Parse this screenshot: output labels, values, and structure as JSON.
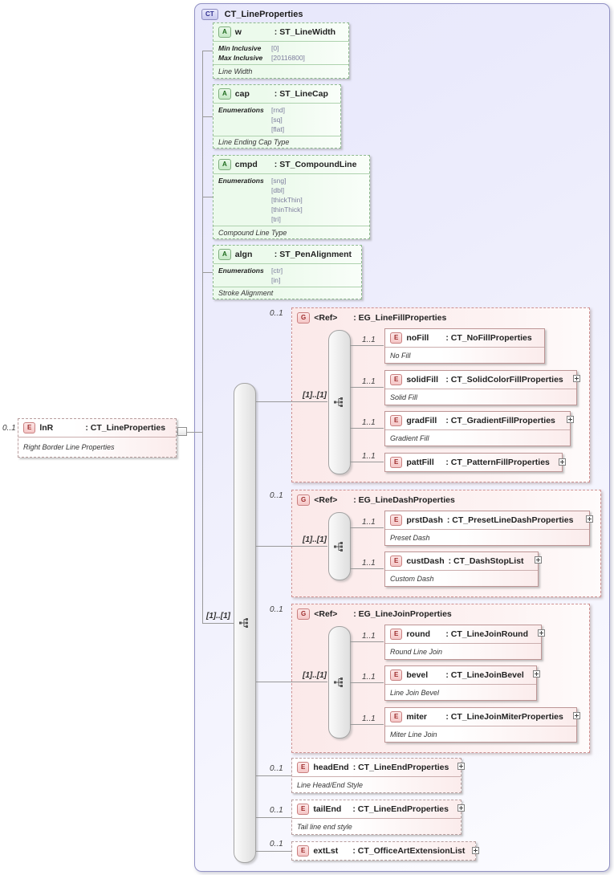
{
  "root": {
    "badge": "CT",
    "title": "CT_LineProperties"
  },
  "lnr": {
    "badge": "E",
    "cardinality": "0..1",
    "name": "lnR",
    "type": ": CT_LineProperties",
    "description": "Right Border Line Properties"
  },
  "content_cardinality": "[1]..[1]",
  "attributes": [
    {
      "badge": "A",
      "name": "w",
      "type": ": ST_LineWidth",
      "facets": [
        {
          "label": "Min Inclusive",
          "value": "[0]"
        },
        {
          "label": "Max Inclusive",
          "value": "[20116800]"
        }
      ],
      "description": "Line Width"
    },
    {
      "badge": "A",
      "name": "cap",
      "type": ": ST_LineCap",
      "facet_label": "Enumerations",
      "enums": [
        "[rnd]",
        "[sq]",
        "[flat]"
      ],
      "description": "Line Ending Cap Type"
    },
    {
      "badge": "A",
      "name": "cmpd",
      "type": ": ST_CompoundLine",
      "facet_label": "Enumerations",
      "enums": [
        "[sng]",
        "[dbl]",
        "[thickThin]",
        "[thinThick]",
        "[tri]"
      ],
      "description": "Compound Line Type"
    },
    {
      "badge": "A",
      "name": "algn",
      "type": ": ST_PenAlignment",
      "facet_label": "Enumerations",
      "enums": [
        "[ctr]",
        "[in]"
      ],
      "description": "Stroke Alignment"
    }
  ],
  "groups": [
    {
      "badge": "G",
      "cardinality": "0..1",
      "name": "<Ref>",
      "type": ": EG_LineFillProperties",
      "inner_cardinality": "[1]..[1]",
      "children": [
        {
          "badge": "E",
          "cardinality": "1..1",
          "name": "noFill",
          "type": ": CT_NoFillProperties",
          "description": "No Fill"
        },
        {
          "badge": "E",
          "cardinality": "1..1",
          "name": "solidFill",
          "type": ": CT_SolidColorFillProperties",
          "description": "Solid Fill"
        },
        {
          "badge": "E",
          "cardinality": "1..1",
          "name": "gradFill",
          "type": ": CT_GradientFillProperties",
          "description": "Gradient Fill"
        },
        {
          "badge": "E",
          "cardinality": "1..1",
          "name": "pattFill",
          "type": ": CT_PatternFillProperties"
        }
      ]
    },
    {
      "badge": "G",
      "cardinality": "0..1",
      "name": "<Ref>",
      "type": ": EG_LineDashProperties",
      "inner_cardinality": "[1]..[1]",
      "children": [
        {
          "badge": "E",
          "cardinality": "1..1",
          "name": "prstDash",
          "type": ": CT_PresetLineDashProperties",
          "description": "Preset Dash"
        },
        {
          "badge": "E",
          "cardinality": "1..1",
          "name": "custDash",
          "type": ": CT_DashStopList",
          "description": "Custom Dash"
        }
      ]
    },
    {
      "badge": "G",
      "cardinality": "0..1",
      "name": "<Ref>",
      "type": ": EG_LineJoinProperties",
      "inner_cardinality": "[1]..[1]",
      "children": [
        {
          "badge": "E",
          "cardinality": "1..1",
          "name": "round",
          "type": ": CT_LineJoinRound",
          "description": "Round Line Join"
        },
        {
          "badge": "E",
          "cardinality": "1..1",
          "name": "bevel",
          "type": ": CT_LineJoinBevel",
          "description": "Line Join Bevel"
        },
        {
          "badge": "E",
          "cardinality": "1..1",
          "name": "miter",
          "type": ": CT_LineJoinMiterProperties",
          "description": "Miter Line Join"
        }
      ]
    }
  ],
  "elements": [
    {
      "badge": "E",
      "cardinality": "0..1",
      "name": "headEnd",
      "type": ": CT_LineEndProperties",
      "description": "Line Head/End Style"
    },
    {
      "badge": "E",
      "cardinality": "0..1",
      "name": "tailEnd",
      "type": ": CT_LineEndProperties",
      "description": "Tail line end style"
    },
    {
      "badge": "E",
      "cardinality": "0..1",
      "name": "extLst",
      "type": ": CT_OfficeArtExtensionList"
    }
  ],
  "colors": {
    "container_fill": "#e7e7fb",
    "container_border": "#9191c4",
    "attribute_fill": "#ecfaec",
    "attribute_border": "#8fb98f",
    "element_fill": "#fbecec",
    "element_border": "#bd9595",
    "group_fill": "#fbe9e9",
    "group_border": "#d09292",
    "connector": "#999999"
  }
}
